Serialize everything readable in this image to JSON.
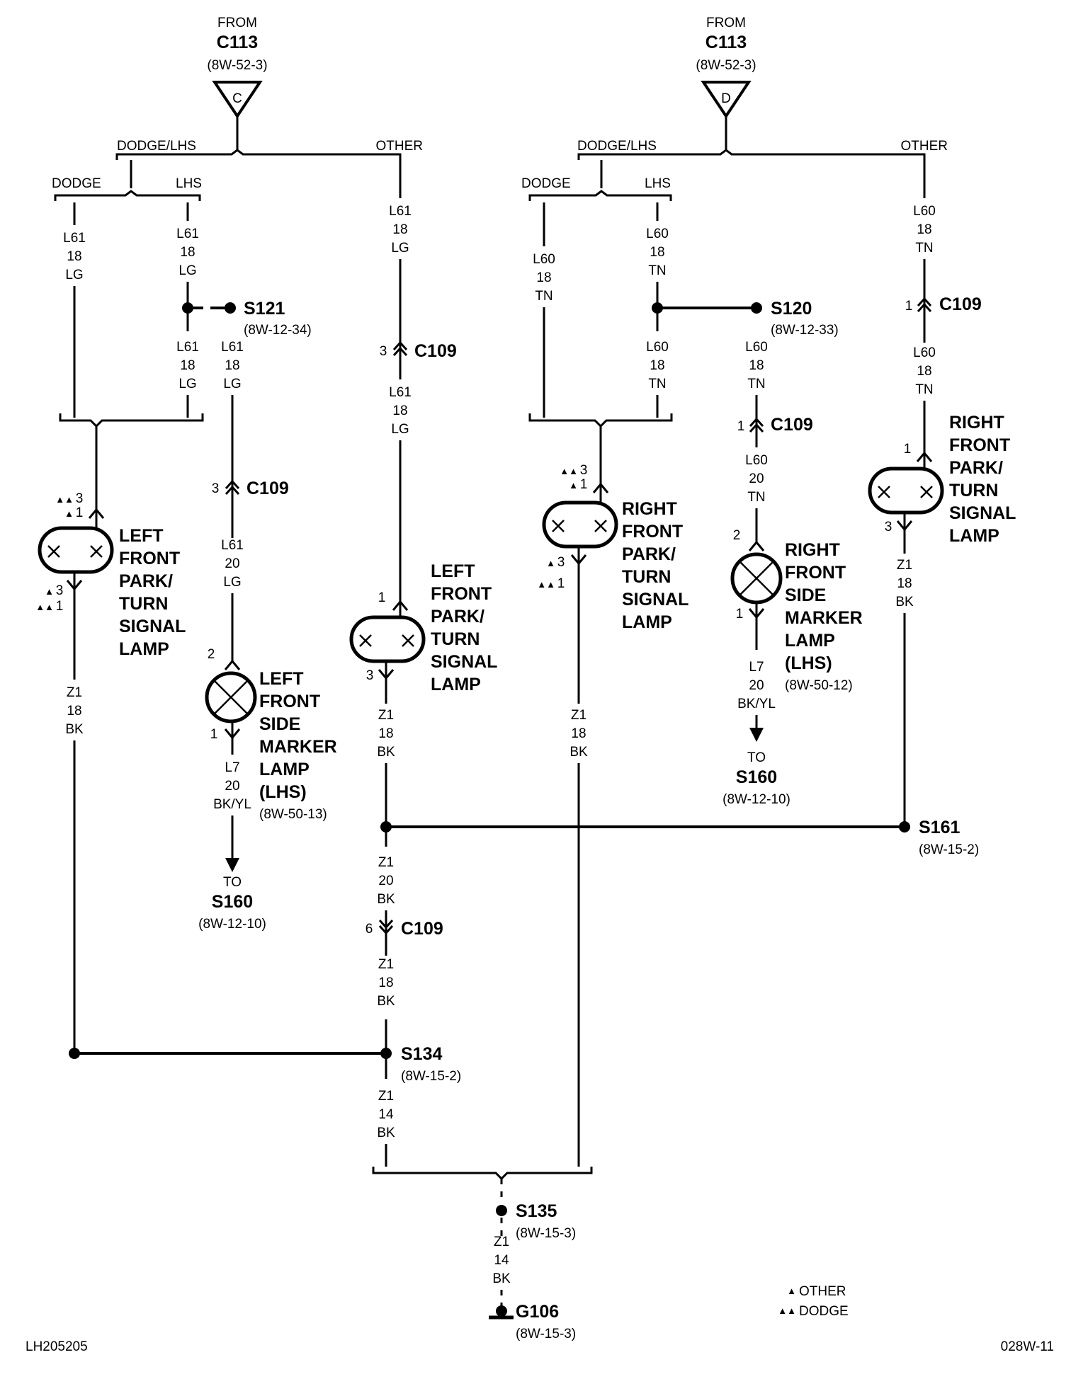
{
  "from_label": "FROM",
  "c113": "C113",
  "ref_8w_52_3": "(8W-52-3)",
  "conn_c_letter": "C",
  "conn_d_letter": "D",
  "dodge_lhs": "DODGE/LHS",
  "other": "OTHER",
  "dodge": "DODGE",
  "lhs": "LHS",
  "l61": "L61",
  "l60": "L60",
  "l7": "L7",
  "z1": "Z1",
  "g18": "18",
  "g20": "20",
  "g14": "14",
  "lg": "LG",
  "tn": "TN",
  "bk": "BK",
  "bkyl": "BK/YL",
  "c109": "C109",
  "pin1": "1",
  "pin2": "2",
  "pin3": "3",
  "pin6": "6",
  "s121": "S121",
  "ref_s121": "(8W-12-34)",
  "s120": "S120",
  "ref_s120": "(8W-12-33)",
  "s161": "S161",
  "ref_s161": "(8W-15-2)",
  "s134": "S134",
  "ref_s134": "(8W-15-2)",
  "s135": "S135",
  "ref_s135": "(8W-15-3)",
  "g106": "G106",
  "ref_g106": "(8W-15-3)",
  "to": "TO",
  "s160": "S160",
  "ref_s160": "(8W-12-10)",
  "ref_lf_marker": "(8W-50-13)",
  "ref_rf_marker": "(8W-50-12)",
  "w_left": "LEFT",
  "w_right": "RIGHT",
  "w_front": "FRONT",
  "w_park": "PARK/",
  "w_turn": "TURN",
  "w_signal": "SIGNAL",
  "w_lamp": "LAMP",
  "w_side": "SIDE",
  "w_marker": "MARKER",
  "w_lhs_paren": "(LHS)",
  "legend_other": "OTHER",
  "legend_dodge": "DODGE",
  "tri_single": "▲",
  "tri_double": "▲▲",
  "footer_left": "LH205205",
  "footer_right": "028W-11"
}
